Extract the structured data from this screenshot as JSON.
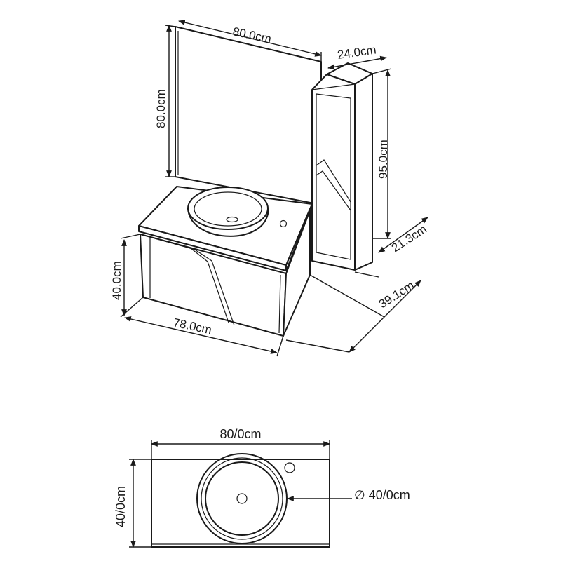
{
  "perspective": {
    "mirror_width": "80.0cm",
    "mirror_height": "80.0cm",
    "column_width": "24.0cm",
    "column_height": "95.0cm",
    "column_depth": "21.3cm",
    "cabinet_depth": "39.1cm",
    "cabinet_height": "40.0cm",
    "cabinet_width": "78.0cm"
  },
  "top_view": {
    "width": "80/0cm",
    "depth": "40/0cm",
    "basin_diameter": "∅ 40/0cm"
  }
}
